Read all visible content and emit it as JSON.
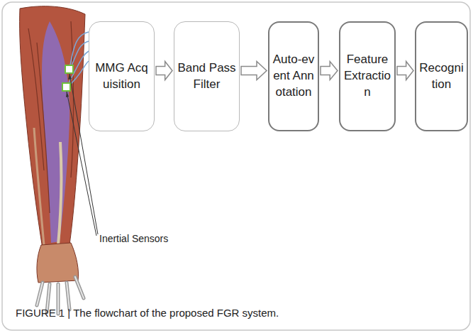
{
  "diagram": {
    "caption": "FIGURE 1 | The flowchart of the proposed FGR system.",
    "nodes": [
      {
        "text": [
          "MMG Acquisition"
        ]
      },
      {
        "text": [
          "Band Pass Filter"
        ]
      },
      {
        "text": [
          "Auto-event Annotation"
        ]
      },
      {
        "text": [
          "Feature Extraction"
        ]
      },
      {
        "text": [
          "Recognition"
        ]
      }
    ],
    "edges": [
      {
        "from": 0,
        "to": 1,
        "arrow": "to"
      },
      {
        "from": 1,
        "to": 2,
        "arrow": "to"
      },
      {
        "from": 2,
        "to": 3,
        "arrow": "to"
      },
      {
        "from": 3,
        "to": 4,
        "arrow": "to"
      }
    ],
    "labels": [
      "Inertial Sensors"
    ]
  }
}
